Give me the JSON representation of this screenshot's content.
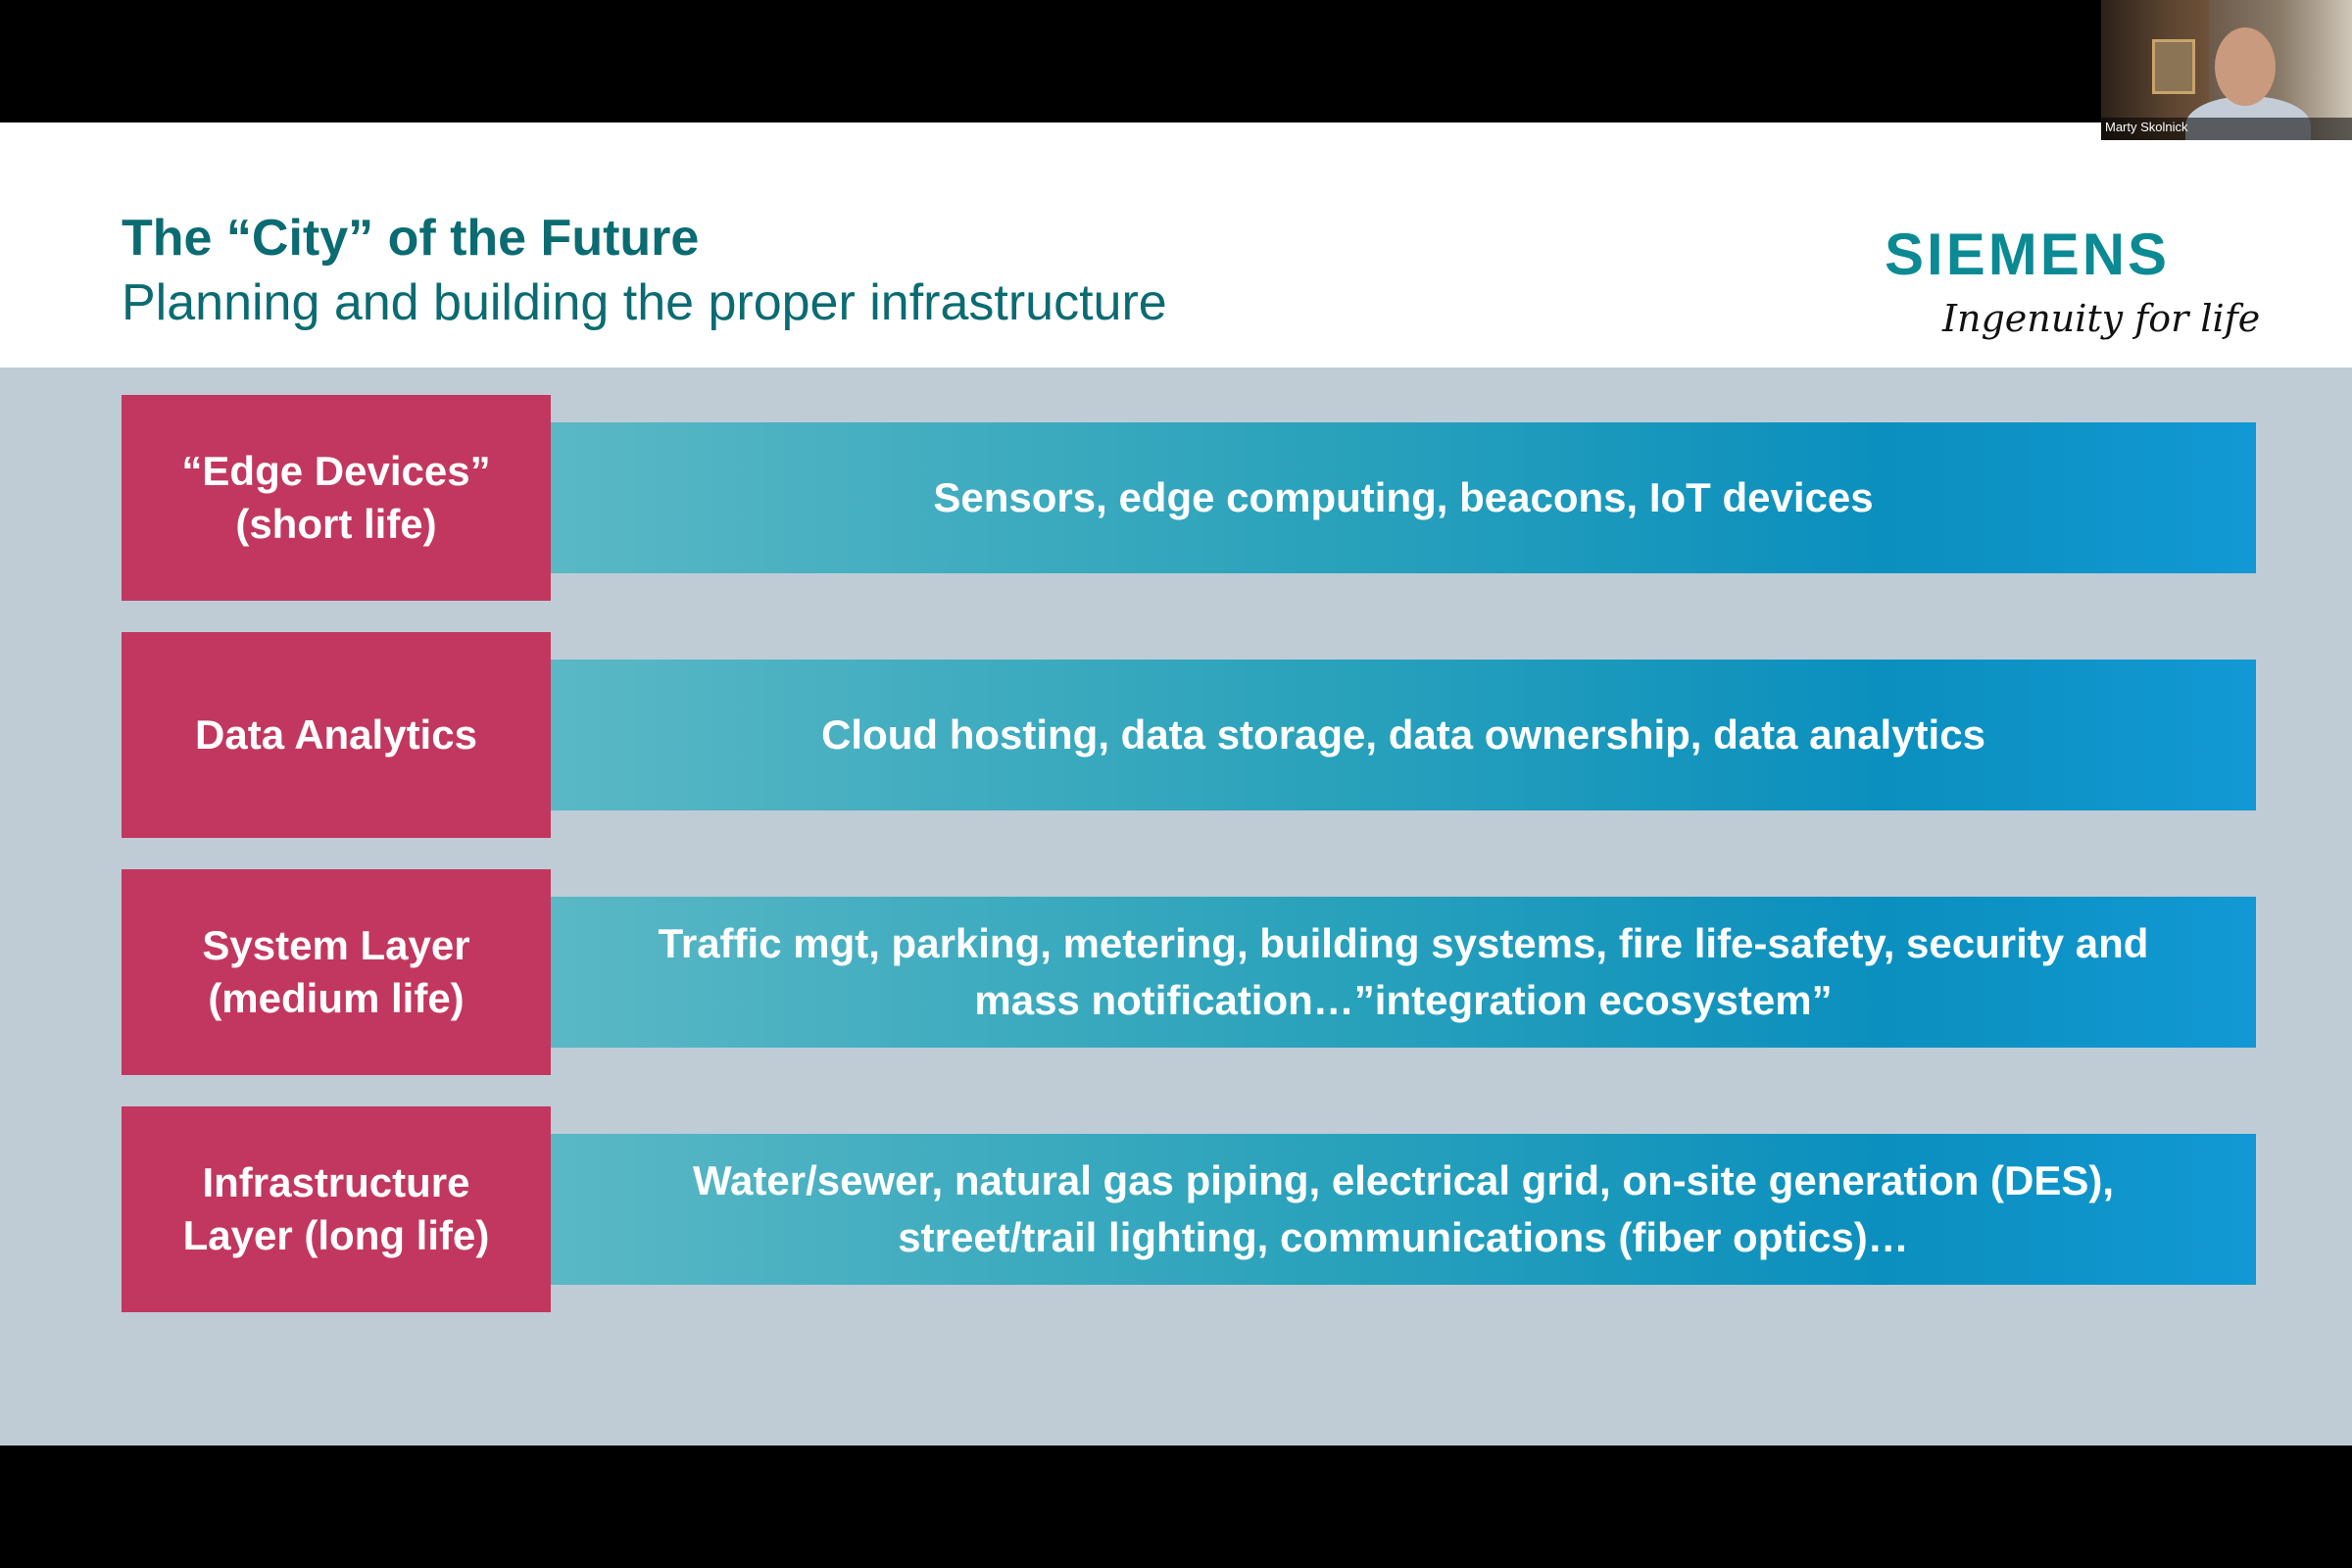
{
  "slide": {
    "title": "The “City” of the Future",
    "subtitle": "Planning and building the proper infrastructure",
    "logo": {
      "wordmark": "SIEMENS",
      "tagline": "Ingenuity for life"
    },
    "colors": {
      "title": "#0b6b72",
      "label_box": "#c2375f",
      "bar_start": "#5ab8c5",
      "bar_end": "#1298d4",
      "slide_background": "#bfccd6"
    },
    "layers": [
      {
        "label": "“Edge Devices”\n(short life)",
        "description": "Sensors, edge computing, beacons, IoT devices"
      },
      {
        "label": "Data Analytics",
        "description": "Cloud hosting, data storage, data ownership, data analytics"
      },
      {
        "label": "System Layer\n(medium life)",
        "description": "Traffic mgt, parking, metering, building systems, fire life-safety, security and\nmass notification…”integration ecosystem”"
      },
      {
        "label": "Infrastructure\nLayer (long life)",
        "description": "Water/sewer, natural gas piping, electrical grid, on-site generation (DES),\nstreet/trail lighting, communications (fiber optics)…"
      }
    ]
  },
  "video": {
    "participant_name": "Marty Skolnick"
  }
}
